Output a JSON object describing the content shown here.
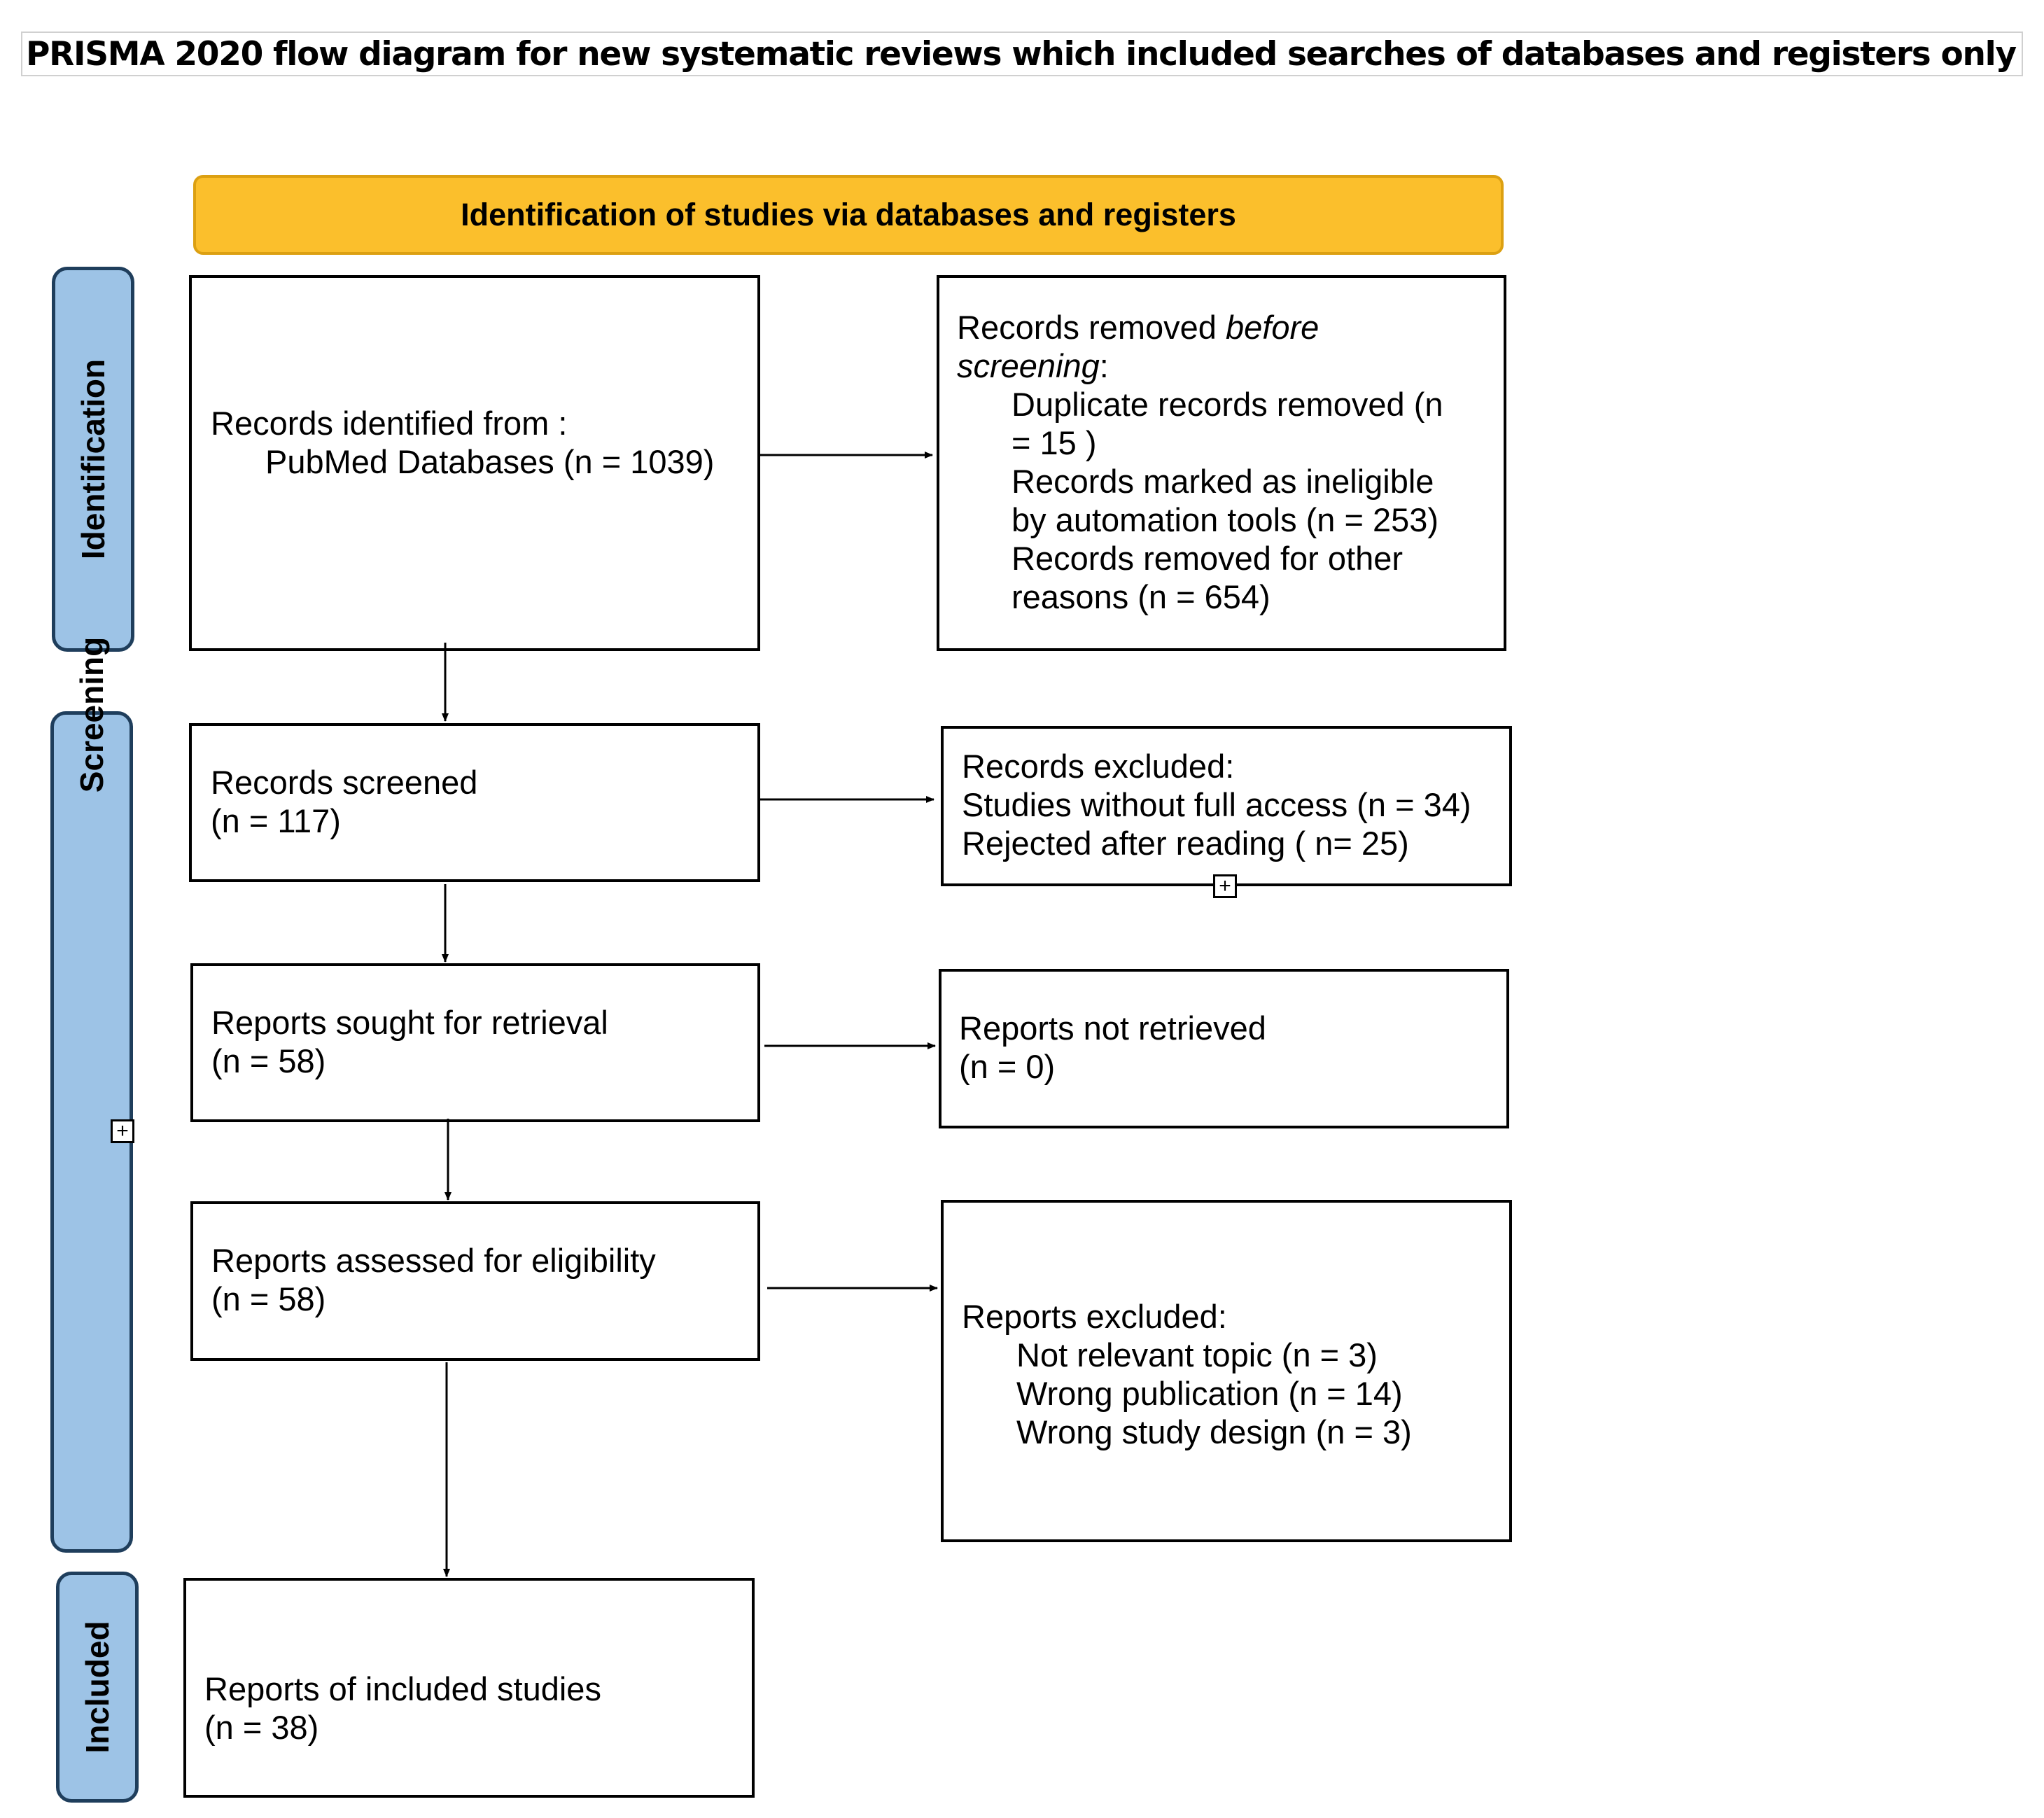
{
  "title": "PRISMA 2020 flow diagram for new systematic reviews which included searches of databases and registers only",
  "header": "Identification of studies via databases and registers",
  "phases": {
    "identification": "Identification",
    "screening": "Screening",
    "included": "Included"
  },
  "boxes": {
    "identified": {
      "line1": "Records identified from :",
      "line2": "PubMed Databases (n = 1039)"
    },
    "removed": {
      "prefix": "Records removed ",
      "emphasis1": "before",
      "emphasis2": "screening",
      "suffix": ":",
      "items": [
        "Duplicate records removed  (n",
        "= 15 )",
        "Records marked as ineligible",
        "by automation tools (n = 253)",
        "Records removed for other",
        "reasons (n = 654)"
      ]
    },
    "screened": {
      "line1": "Records screened",
      "line2": "(n = 117)"
    },
    "excluded": {
      "line1": "Records excluded:",
      "line2": "Studies without full access (n = 34)",
      "line3": "Rejected after reading ( n= 25)"
    },
    "sought": {
      "line1": "Reports sought for retrieval",
      "line2": "(n = 58)"
    },
    "not_retrieved": {
      "line1": "Reports not retrieved",
      "line2": "(n = 0)"
    },
    "assessed": {
      "line1": "Reports assessed for eligibility",
      "line2": "(n = 58)"
    },
    "reports_excluded": {
      "line1": "Reports excluded:",
      "items": [
        "Not relevant topic  (n = 3)",
        "Wrong publication (n = 14)",
        "Wrong study design (n = 3)"
      ]
    },
    "included": {
      "line1": "Reports of included studies",
      "line2": "(n = 38)"
    }
  },
  "colors": {
    "header_fill": "#fbbf2c",
    "phase_fill": "#9dc3e6",
    "phase_border": "#1f3e5c"
  }
}
